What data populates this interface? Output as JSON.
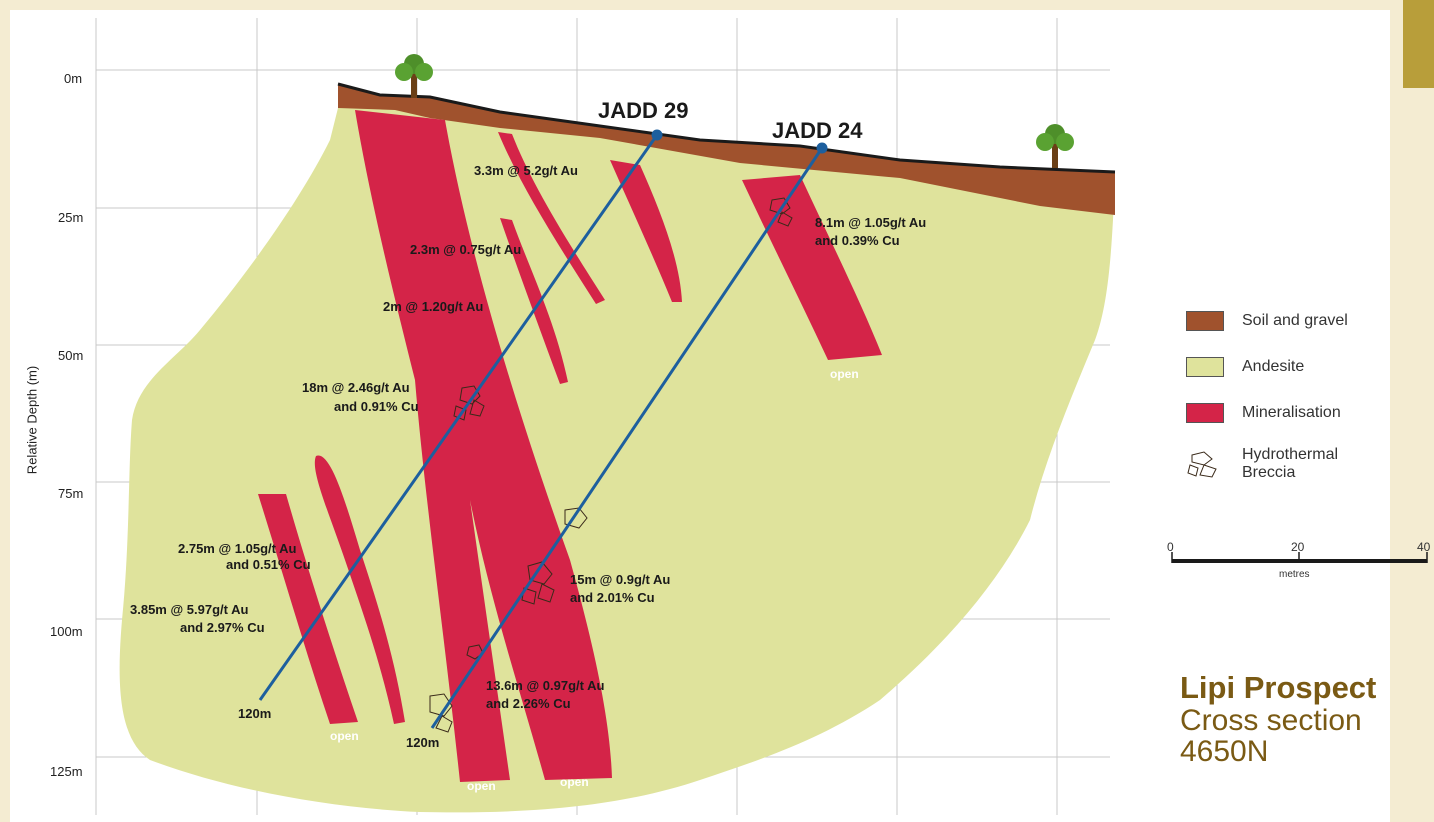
{
  "axis": {
    "y_title": "Relative Depth (m)",
    "depth_ticks": [
      "0m",
      "25m",
      "50m",
      "75m",
      "100m",
      "125m"
    ]
  },
  "holes": [
    {
      "name": "JADD 29",
      "end_label": "120m"
    },
    {
      "name": "JADD 24",
      "end_label": "120m"
    }
  ],
  "intercepts": [
    {
      "lines": [
        "3.3m @ 5.2g/t Au"
      ]
    },
    {
      "lines": [
        "2.3m @ 0.75g/t Au"
      ]
    },
    {
      "lines": [
        "2m @ 1.20g/t Au"
      ]
    },
    {
      "lines": [
        "18m @ 2.46g/t Au",
        "and 0.91% Cu"
      ]
    },
    {
      "lines": [
        "2.75m @ 1.05g/t Au",
        "and 0.51% Cu"
      ]
    },
    {
      "lines": [
        "3.85m @ 5.97g/t Au",
        "and 2.97% Cu"
      ]
    },
    {
      "lines": [
        "8.1m @ 1.05g/t Au",
        "and 0.39% Cu"
      ]
    },
    {
      "lines": [
        "15m @ 0.9g/t Au",
        "and 2.01% Cu"
      ]
    },
    {
      "lines": [
        "13.6m @ 0.97g/t Au",
        "and 2.26% Cu"
      ]
    }
  ],
  "open_label": "open",
  "legend": [
    {
      "label": "Soil and gravel",
      "color": "#a0522d"
    },
    {
      "label": "Andesite",
      "color": "#dfe39c"
    },
    {
      "label": "Mineralisation",
      "color": "#d42448"
    },
    {
      "label": "Hydrothermal Breccia",
      "icon": "breccia-icon"
    }
  ],
  "scale": {
    "ticks": [
      "0",
      "20",
      "40"
    ],
    "unit": "metres"
  },
  "title": {
    "main": "Lipi Prospect",
    "line2": "Cross section",
    "line3": "4650N"
  },
  "colors": {
    "soil": "#a0522d",
    "andesite": "#dfe39c",
    "mineralisation": "#d42448",
    "drillhole": "#1d5f9e",
    "title": "#7a5a14"
  }
}
